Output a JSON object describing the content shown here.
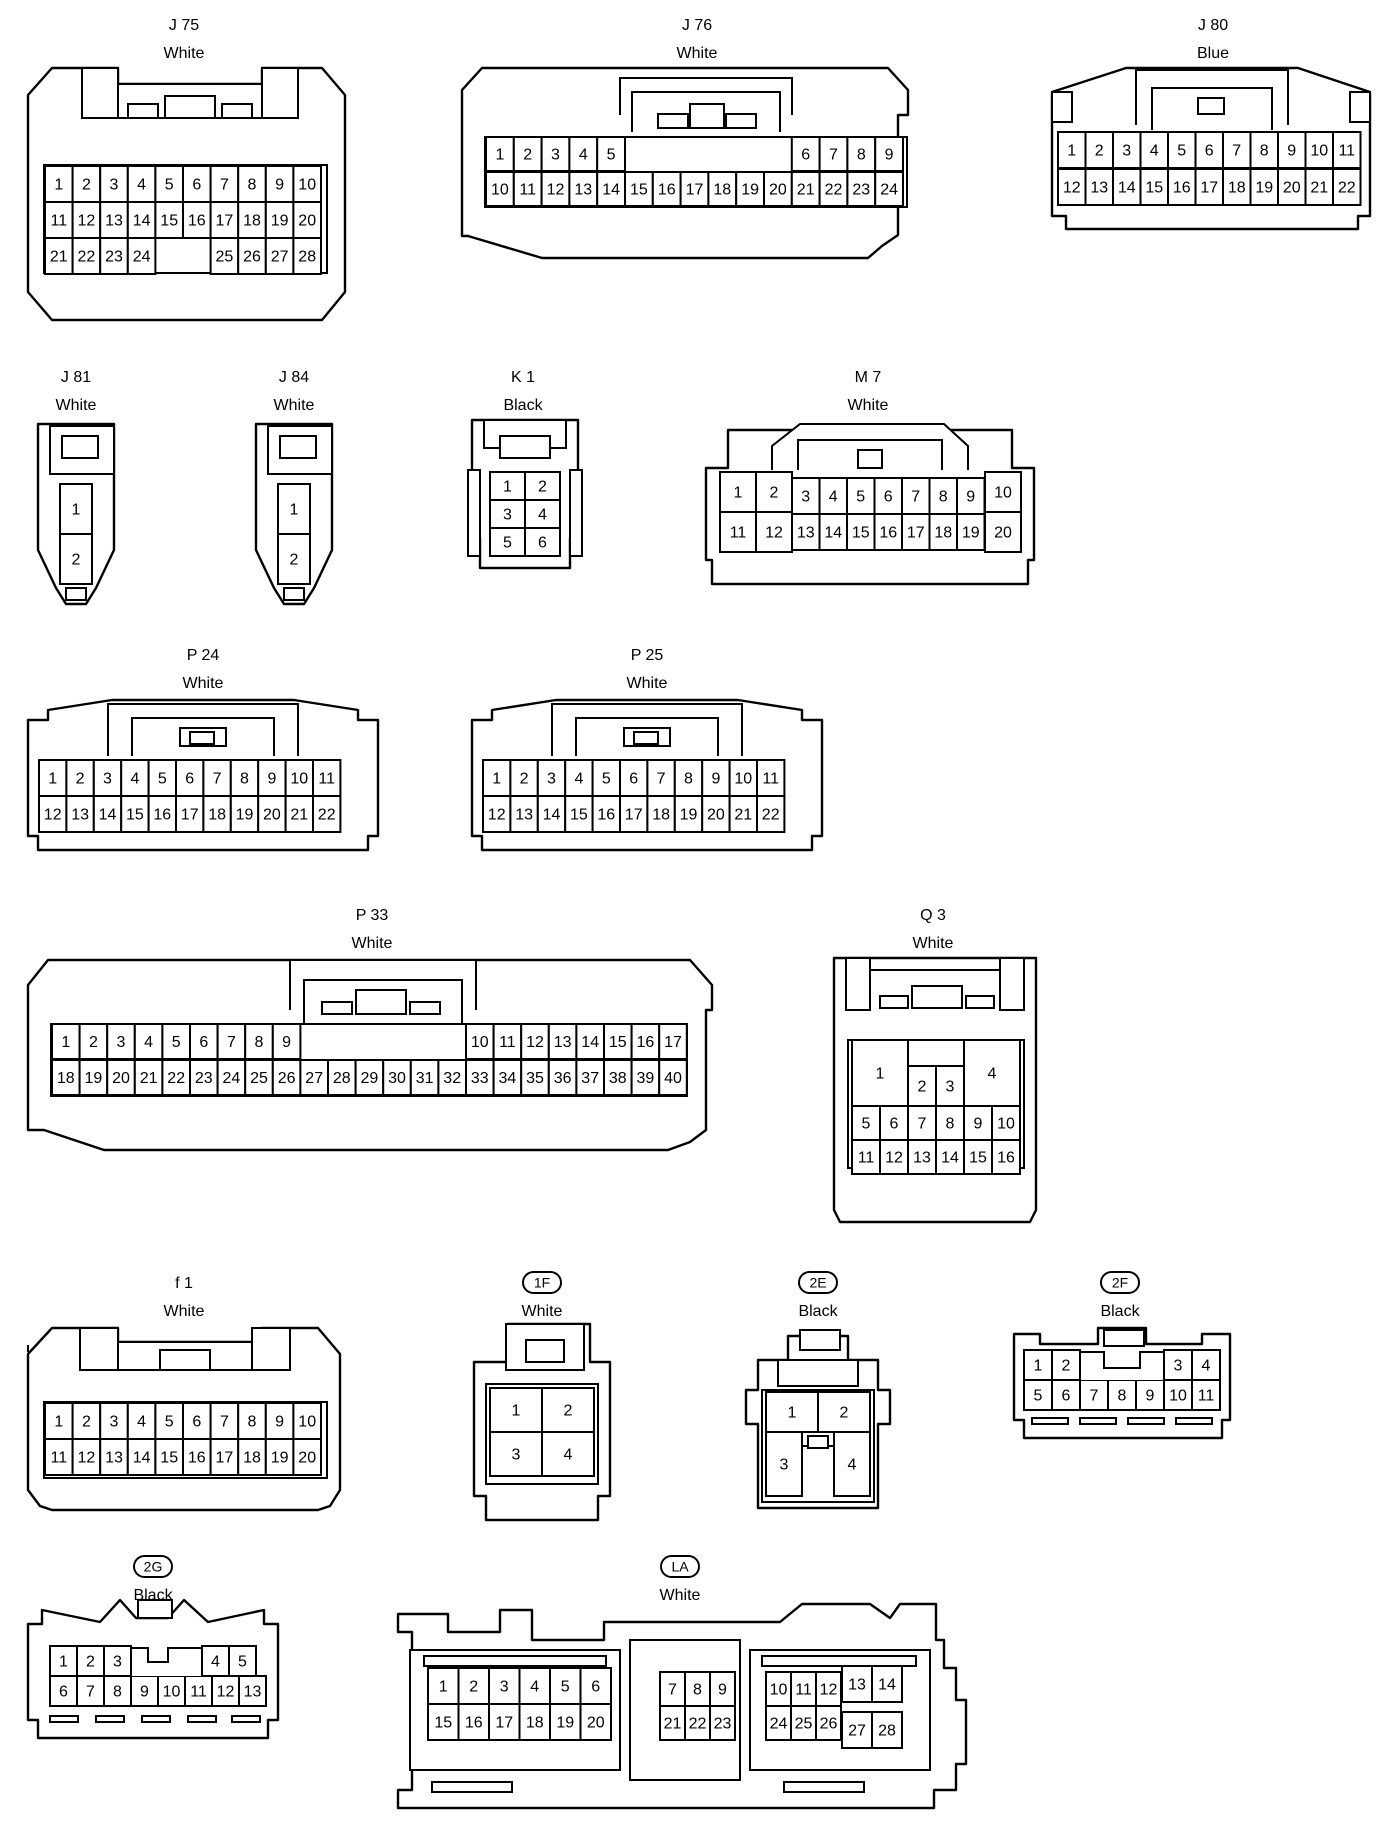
{
  "connectors": [
    {
      "id": "J75",
      "code": "J 75",
      "color": "White",
      "badge": false,
      "pins": [
        [
          "1",
          "2",
          "3",
          "4",
          "5",
          "6",
          "7",
          "8",
          "9",
          "10"
        ],
        [
          "11",
          "12",
          "13",
          "14",
          "15",
          "16",
          "17",
          "18",
          "19",
          "20"
        ],
        [
          "21",
          "22",
          "23",
          "24",
          "",
          "",
          "25",
          "26",
          "27",
          "28"
        ]
      ]
    },
    {
      "id": "J76",
      "code": "J 76",
      "color": "White",
      "badge": false,
      "pins": [
        [
          "1",
          "2",
          "3",
          "4",
          "5",
          "",
          "",
          "",
          "",
          "",
          "",
          "6",
          "7",
          "8",
          "9"
        ],
        [
          "10",
          "11",
          "12",
          "13",
          "14",
          "15",
          "16",
          "17",
          "18",
          "19",
          "20",
          "21",
          "22",
          "23",
          "24"
        ]
      ]
    },
    {
      "id": "J80",
      "code": "J 80",
      "color": "Blue",
      "badge": false,
      "pins": [
        [
          "1",
          "2",
          "3",
          "4",
          "5",
          "6",
          "7",
          "8",
          "9",
          "10",
          "11"
        ],
        [
          "12",
          "13",
          "14",
          "15",
          "16",
          "17",
          "18",
          "19",
          "20",
          "21",
          "22"
        ]
      ]
    },
    {
      "id": "J81",
      "code": "J 81",
      "color": "White",
      "badge": false,
      "pins": [
        [
          "1"
        ],
        [
          "2"
        ]
      ]
    },
    {
      "id": "J84",
      "code": "J 84",
      "color": "White",
      "badge": false,
      "pins": [
        [
          "1"
        ],
        [
          "2"
        ]
      ]
    },
    {
      "id": "K1",
      "code": "K 1",
      "color": "Black",
      "badge": false,
      "pins": [
        [
          "1",
          "2"
        ],
        [
          "3",
          "4"
        ],
        [
          "5",
          "6"
        ]
      ]
    },
    {
      "id": "M7",
      "code": "M 7",
      "color": "White",
      "badge": false,
      "pins": [
        [
          "1",
          "2",
          "3",
          "4",
          "5",
          "6",
          "7",
          "8",
          "9",
          "10"
        ],
        [
          "11",
          "12",
          "13",
          "14",
          "15",
          "16",
          "17",
          "18",
          "19",
          "20"
        ]
      ]
    },
    {
      "id": "P24",
      "code": "P 24",
      "color": "White",
      "badge": false,
      "pins": [
        [
          "1",
          "2",
          "3",
          "4",
          "5",
          "6",
          "7",
          "8",
          "9",
          "10",
          "11"
        ],
        [
          "12",
          "13",
          "14",
          "15",
          "16",
          "17",
          "18",
          "19",
          "20",
          "21",
          "22"
        ]
      ]
    },
    {
      "id": "P25",
      "code": "P 25",
      "color": "White",
      "badge": false,
      "pins": [
        [
          "1",
          "2",
          "3",
          "4",
          "5",
          "6",
          "7",
          "8",
          "9",
          "10",
          "11"
        ],
        [
          "12",
          "13",
          "14",
          "15",
          "16",
          "17",
          "18",
          "19",
          "20",
          "21",
          "22"
        ]
      ]
    },
    {
      "id": "P33",
      "code": "P 33",
      "color": "White",
      "badge": false,
      "pins": [
        [
          "1",
          "2",
          "3",
          "4",
          "5",
          "6",
          "7",
          "8",
          "9",
          "",
          "",
          "",
          "",
          "",
          "",
          "",
          "10",
          "11",
          "12",
          "13",
          "14",
          "15",
          "16",
          "17"
        ],
        [
          "18",
          "19",
          "20",
          "21",
          "22",
          "23",
          "24",
          "25",
          "26",
          "27",
          "28",
          "29",
          "30",
          "31",
          "32",
          "33",
          "34",
          "35",
          "36",
          "37",
          "38",
          "39",
          "40"
        ]
      ]
    },
    {
      "id": "Q3",
      "code": "Q 3",
      "color": "White",
      "badge": false,
      "pins": [
        [
          "1",
          "2",
          "3",
          "4"
        ],
        [
          "5",
          "6",
          "7",
          "8",
          "9",
          "10"
        ],
        [
          "11",
          "12",
          "13",
          "14",
          "15",
          "16"
        ]
      ]
    },
    {
      "id": "f1",
      "code": "f 1",
      "color": "White",
      "badge": false,
      "pins": [
        [
          "1",
          "2",
          "3",
          "4",
          "5",
          "6",
          "7",
          "8",
          "9",
          "10"
        ],
        [
          "11",
          "12",
          "13",
          "14",
          "15",
          "16",
          "17",
          "18",
          "19",
          "20"
        ]
      ]
    },
    {
      "id": "1F",
      "code": "1F",
      "color": "White",
      "badge": true,
      "pins": [
        [
          "1",
          "2"
        ],
        [
          "3",
          "4"
        ]
      ]
    },
    {
      "id": "2E",
      "code": "2E",
      "color": "Black",
      "badge": true,
      "pins": [
        [
          "1",
          "2"
        ],
        [
          "3",
          "4"
        ]
      ]
    },
    {
      "id": "2F",
      "code": "2F",
      "color": "Black",
      "badge": true,
      "pins": [
        [
          "1",
          "2",
          "3",
          "4"
        ],
        [
          "5",
          "6",
          "7",
          "8",
          "9",
          "10",
          "11"
        ]
      ]
    },
    {
      "id": "2G",
      "code": "2G",
      "color": "Black",
      "badge": true,
      "pins": [
        [
          "1",
          "2",
          "3",
          "4",
          "5"
        ],
        [
          "6",
          "7",
          "8",
          "9",
          "10",
          "11",
          "12",
          "13"
        ]
      ]
    },
    {
      "id": "LA",
      "code": "LA",
      "color": "White",
      "badge": true,
      "pins": [
        [
          "1",
          "2",
          "3",
          "4",
          "5",
          "6",
          "7",
          "8",
          "9",
          "10",
          "11",
          "12",
          "13",
          "14"
        ],
        [
          "15",
          "16",
          "17",
          "18",
          "19",
          "20",
          "21",
          "22",
          "23",
          "24",
          "25",
          "26",
          "27",
          "28"
        ]
      ]
    }
  ]
}
